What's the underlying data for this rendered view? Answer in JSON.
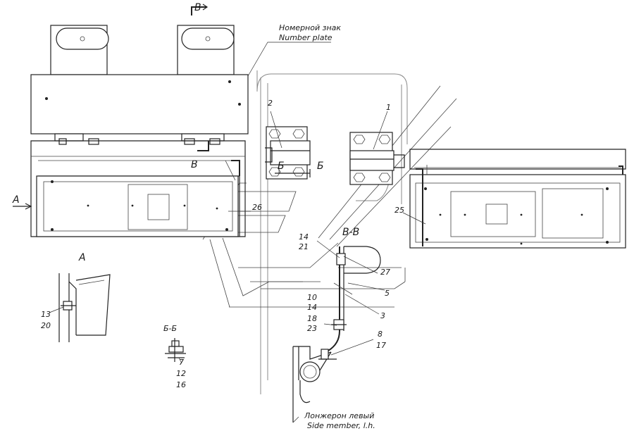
{
  "labels": {
    "section_v_top": "В",
    "section_v_bottom": "В",
    "section_b_left": "Б",
    "section_b_right": "Б",
    "view_a_arrow": "A",
    "view_a_title": "A",
    "section_bb_title": "Б-Б",
    "section_vv_title": "В-В",
    "plate_ru": "Номерной знак",
    "plate_en": "Number plate",
    "member_ru": "Лонжерон левый",
    "member_en": "Side member, l.h."
  },
  "callouts": {
    "n1": "1",
    "n2": "2",
    "n25": "25",
    "n26": "26",
    "n14a": "14",
    "n21": "21",
    "n27": "27",
    "n5": "5",
    "n10": "10",
    "n14b": "14",
    "n3": "3",
    "n18": "18",
    "n23": "23",
    "n8": "8",
    "n17": "17",
    "n13": "13",
    "n20": "20",
    "n7": "7",
    "n12": "12",
    "n16": "16"
  }
}
